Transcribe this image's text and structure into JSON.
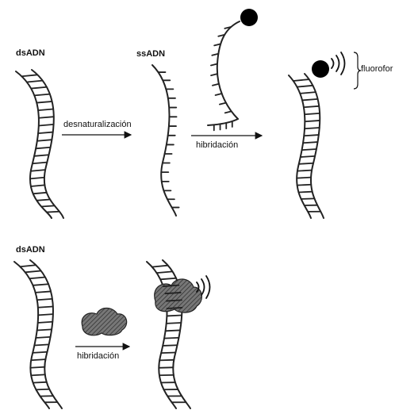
{
  "labels": {
    "dsadn_top": "dsADN",
    "ssadn": "ssADN",
    "desnaturalizacion": "desnaturalización",
    "hibridacion_top": "hibridación",
    "fluoroforo": "fluorofor",
    "dsadn_bottom": "dsADN",
    "hibridacion_bottom": "hibridación"
  },
  "colors": {
    "ink": "#222222",
    "probe_fill": "#555555",
    "fluorophore": "#000000"
  },
  "icons": {
    "signal": "radio-waves-icon",
    "fluorophore": "fluorophore-dot-icon",
    "protein": "protein-blob-icon"
  }
}
